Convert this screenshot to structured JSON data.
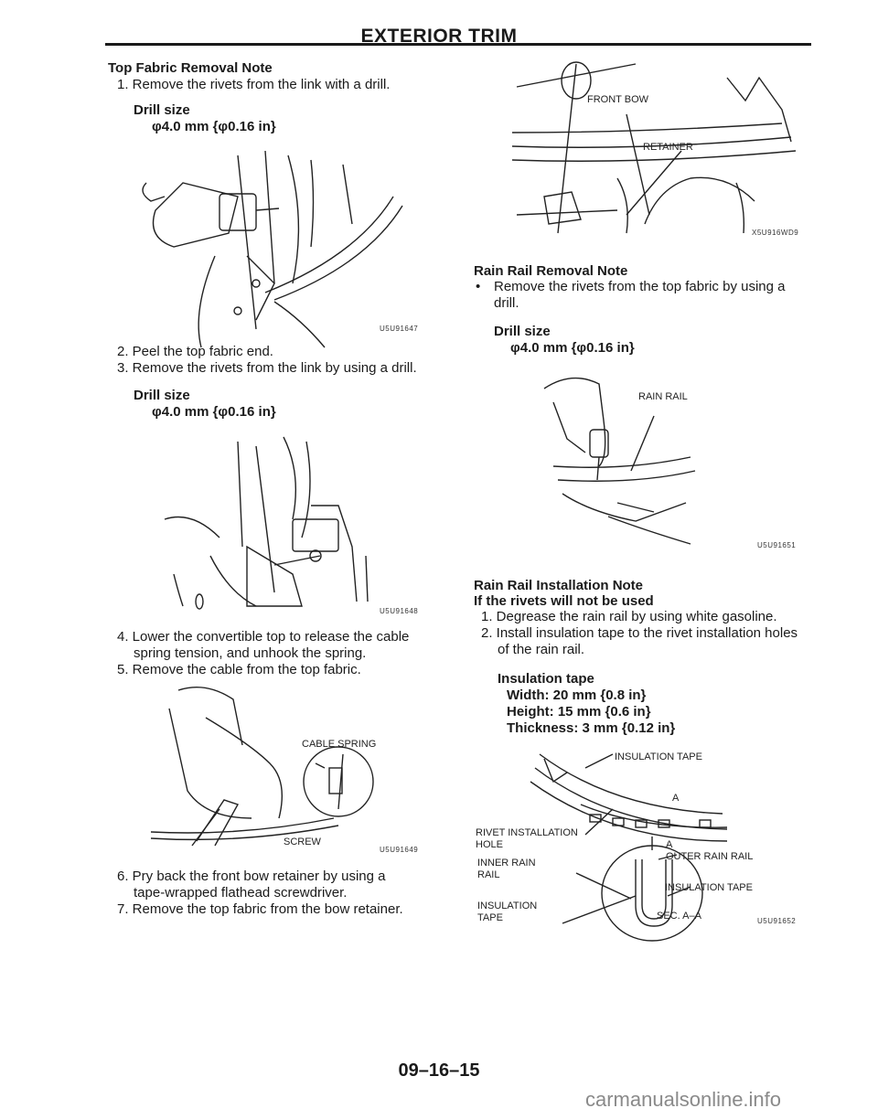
{
  "header": {
    "title": "EXTERIOR TRIM"
  },
  "left": {
    "s1_title": "Top Fabric Removal Note",
    "s1_step1": "1. Remove the rivets from the link with a drill.",
    "drill_label": "Drill size",
    "drill_value": "φ4.0 mm {φ0.16 in}",
    "fig1_code": "U5U91647",
    "step2": "2. Peel the top fabric end.",
    "step3": "3. Remove the rivets from the link by using a drill.",
    "fig2_code": "U5U91648",
    "step4a": "4. Lower the convertible top to release the cable",
    "step4b": "spring tension, and unhook the spring.",
    "step5": "5. Remove the cable from the top fabric.",
    "fig3_label1": "CABLE SPRING",
    "fig3_label2": "SCREW",
    "fig3_code": "U5U91649",
    "step6a": "6. Pry back the front bow retainer by using a",
    "step6b": "tape-wrapped flathead screwdriver.",
    "step7": "7. Remove the top fabric from the bow retainer."
  },
  "right": {
    "fig4_label1": "FRONT BOW",
    "fig4_label2": "RETAINER",
    "fig4_code": "X5U916WD9",
    "s2_title": "Rain Rail Removal Note",
    "s2_bullet_a": "Remove the rivets from the top fabric by using a",
    "s2_bullet_b": "drill.",
    "bullet": "•",
    "drill_label": "Drill size",
    "drill_value": "φ4.0 mm {φ0.16 in}",
    "fig5_label": "RAIN RAIL",
    "fig5_code": "U5U91651",
    "s3_title": "Rain Rail Installation Note",
    "s3_sub": "If the rivets will not be used",
    "s3_step1": "1. Degrease the rain rail by using white gasoline.",
    "s3_step2a": "2. Install insulation tape to the rivet installation holes",
    "s3_step2b": "of the rain rail.",
    "tape_title": "Insulation tape",
    "tape_width": "Width: 20 mm {0.8 in}",
    "tape_height": "Height: 15 mm {0.6 in}",
    "tape_thickness": "Thickness: 3 mm {0.12 in}",
    "fig6_labels": {
      "insulation_tape_top": "INSULATION TAPE",
      "a_top": "A",
      "rivet_hole_1": "RIVET INSTALLATION",
      "rivet_hole_2": "HOLE",
      "a_bottom": "A",
      "outer_rain_rail": "OUTER RAIN RAIL",
      "inner_rain_1": "INNER RAIN",
      "inner_rain_2": "RAIL",
      "insulation_tape_right": "INSULATION TAPE",
      "insulation_1": "INSULATION",
      "insulation_2": "TAPE",
      "section": "SEC. A–A"
    },
    "fig6_code": "U5U91652"
  },
  "footer": {
    "page_number": "09–16–15"
  },
  "watermark": "carmanualsonline.info"
}
